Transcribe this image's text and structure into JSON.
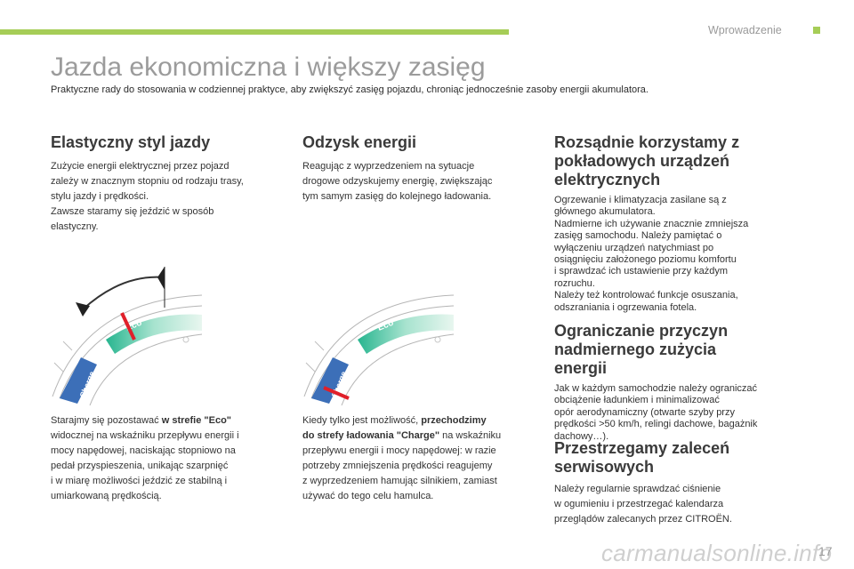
{
  "header": {
    "section": "Wprowadzenie",
    "accent_color": "#a6cd57"
  },
  "title": "Jazda ekonomiczna i większy zasięg",
  "subtitle": "Praktyczne rady do stosowania w codziennej praktyce, aby zwiększyć zasięg pojazdu, chroniąc jednocześnie zasoby energii akumulatora.",
  "col1": {
    "heading": "Elastyczny styl jazdy",
    "intro_lines": [
      "Zużycie energii elektrycznej przez pojazd",
      "zależy w znacznym stopniu od rodzaju trasy,",
      "stylu jazdy i prędkości.",
      "Zawsze staramy się jeździć w sposób",
      "elastyczny."
    ],
    "tip_pre": "Starajmy się pozostawać ",
    "tip_bold": "w strefie \"Eco\"",
    "tip_lines": [
      "widocznej na wskaźniku przepływu energii i",
      "mocy napędowej, naciskając stopniowo na",
      "pedał przyspieszenia, unikając szarpnięć",
      "i w miarę możliwości jeździć ze stabilną i",
      "umiarkowaną prędkością."
    ]
  },
  "col2": {
    "heading": "Odzysk energii",
    "intro_lines": [
      "Reagując z wyprzedzeniem na sytuacje",
      "drogowe odzyskujemy energię, zwiększając",
      "tym samym zasięg do kolejnego ładowania."
    ],
    "tip_pre": "Kiedy tylko jest możliwość, ",
    "tip_bold1": "przechodzimy",
    "tip_bold2": "do strefy ładowania \"Charge\"",
    "tip_post2": " na wskaźniku",
    "tip_lines": [
      "przepływu energii i mocy napędowej: w razie",
      "potrzeby zmniejszenia prędkości reagujemy",
      "z wyprzedzeniem hamując silnikiem, zamiast",
      "używać do tego celu hamulca."
    ]
  },
  "col3": {
    "h1_lines": [
      "Rozsądnie korzystamy z",
      "pokładowych urządzeń",
      "elektrycznych"
    ],
    "p1_lines": [
      "Ogrzewanie i klimatyzacja zasilane są z",
      "głównego akumulatora.",
      "Nadmierne ich używanie znacznie zmniejsza",
      "zasięg samochodu. Należy pamiętać o",
      "wyłączeniu urządzeń natychmiast po",
      "osiągnięciu założonego poziomu komfortu",
      "i sprawdzać ich ustawienie przy każdym",
      "rozruchu.",
      "Należy też kontrolować funkcje osuszania,",
      "odszraniania i ogrzewania fotela."
    ],
    "h2_lines": [
      "Ograniczanie przyczyn",
      "nadmiernego zużycia",
      "energii"
    ],
    "p2_lines": [
      "Jak w każdym samochodzie należy ograniczać",
      "obciążenie ładunkiem i minimalizować",
      "opór aerodynamiczny (otwarte szyby przy",
      "prędkości >50 km/h, relingi dachowe, bagażnik",
      "dachowy…)."
    ],
    "h3_lines": [
      "Przestrzegamy zaleceń",
      "serwisowych"
    ],
    "p3_lines": [
      "Należy regularnie sprawdzać ciśnienie",
      "w ogumieniu i przestrzegać kalendarza",
      "przeglądów zalecanych przez CITROËN."
    ]
  },
  "gauge": {
    "eco_label": "Eco",
    "charge_label": "Charge",
    "eco_color": "#3cc0a0",
    "charge_color": "#3c6fb8",
    "marker_color": "#e0202a"
  },
  "page_number": "17",
  "watermark": "carmanualsonline.info"
}
